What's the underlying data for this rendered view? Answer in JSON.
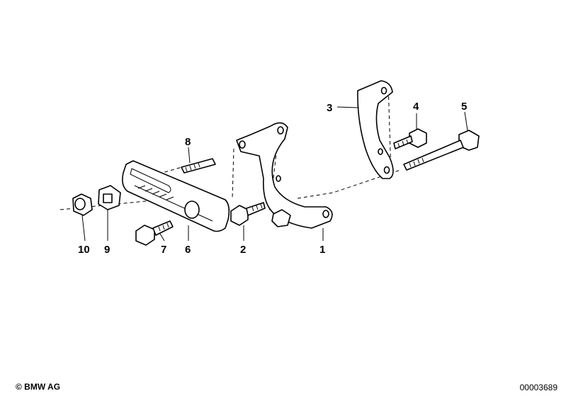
{
  "callouts": [
    "1",
    "2",
    "3",
    "4",
    "5",
    "6",
    "7",
    "8",
    "9",
    "10"
  ],
  "footer": {
    "copyright": "© BMW AG",
    "image_number": "00003689"
  }
}
